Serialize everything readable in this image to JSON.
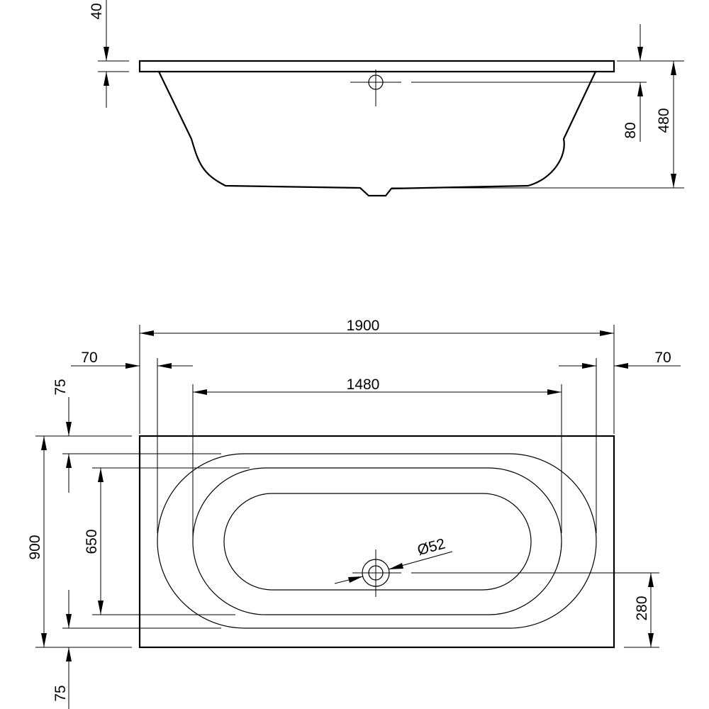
{
  "dimensions": {
    "rim_thickness": "40",
    "drain_depth": "80",
    "total_height": "480",
    "total_length": "1900",
    "left_rim": "70",
    "right_rim": "70",
    "inner_length": "1480",
    "top_rim": "75",
    "bottom_rim": "75",
    "total_width": "900",
    "inner_width": "650",
    "drain_offset": "280",
    "drain_diameter": "Ø52"
  }
}
